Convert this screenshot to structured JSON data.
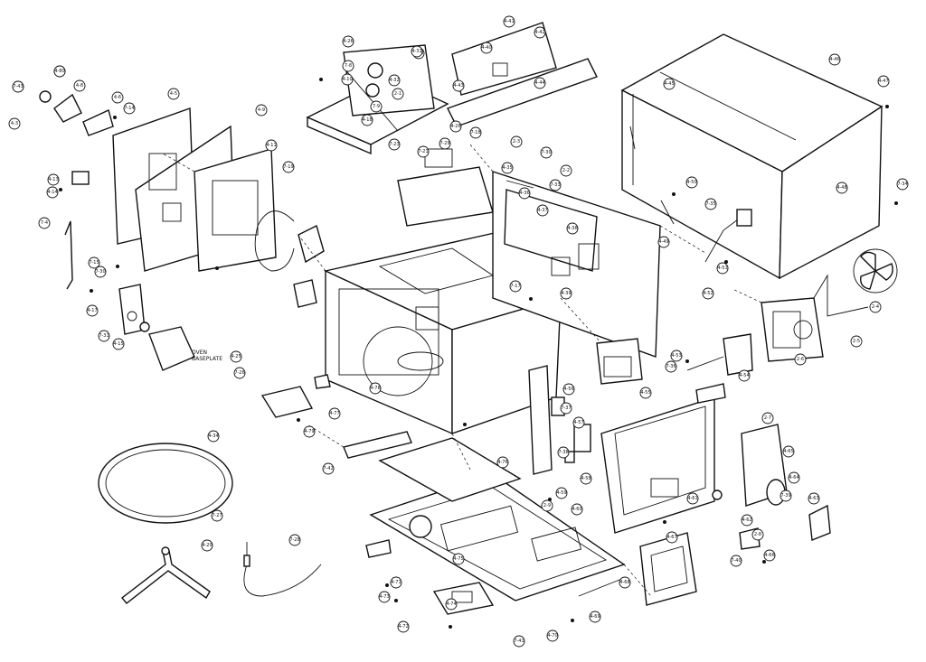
{
  "diagram": {
    "note_lines": [
      "OVEN",
      "BASEPLATE"
    ],
    "callouts": [
      "4-16",
      "7-16",
      "4-8",
      "4-6",
      "4-3",
      "7-14",
      "4-5",
      "4-9",
      "4-11",
      "7-19",
      "4-13",
      "4-14",
      "7-4",
      "7-15",
      "7-30",
      "4-17",
      "7-31",
      "4-15",
      "4-25",
      "7-26",
      "4-34",
      "7-27",
      "4-20",
      "7-28",
      "4-26",
      "7-22",
      "2-1",
      "4-31",
      "7-8",
      "4-10",
      "4-32",
      "7-9",
      "4-18",
      "7-23",
      "7-21",
      "4-28",
      "7-18",
      "7-29",
      "2-3",
      "7-30",
      "4-35",
      "7-33",
      "2-2",
      "4-36",
      "4-37",
      "4-38",
      "7-17",
      "4-39",
      "4-40",
      "4-41",
      "4-42",
      "4-43",
      "4-44",
      "4-45",
      "4-46",
      "4-47",
      "4-48",
      "7-34",
      "7-35",
      "4-49",
      "4-50",
      "4-51",
      "4-52",
      "2-4",
      "2-5",
      "2-6",
      "4-53",
      "7-36",
      "4-54",
      "4-55",
      "4-56",
      "7-37",
      "4-57",
      "7-38",
      "4-58",
      "4-59",
      "4-60",
      "4-61",
      "4-62",
      "4-63",
      "7-39",
      "4-64",
      "4-65",
      "2-7",
      "2-8",
      "4-66",
      "7-40",
      "4-67",
      "4-68",
      "4-69",
      "7-41",
      "4-70",
      "4-71",
      "4-72",
      "4-73",
      "4-74",
      "4-75",
      "2-9",
      "4-76",
      "7-42",
      "4-77",
      "4-78",
      "4-79",
      "7-43",
      "4-80"
    ]
  }
}
